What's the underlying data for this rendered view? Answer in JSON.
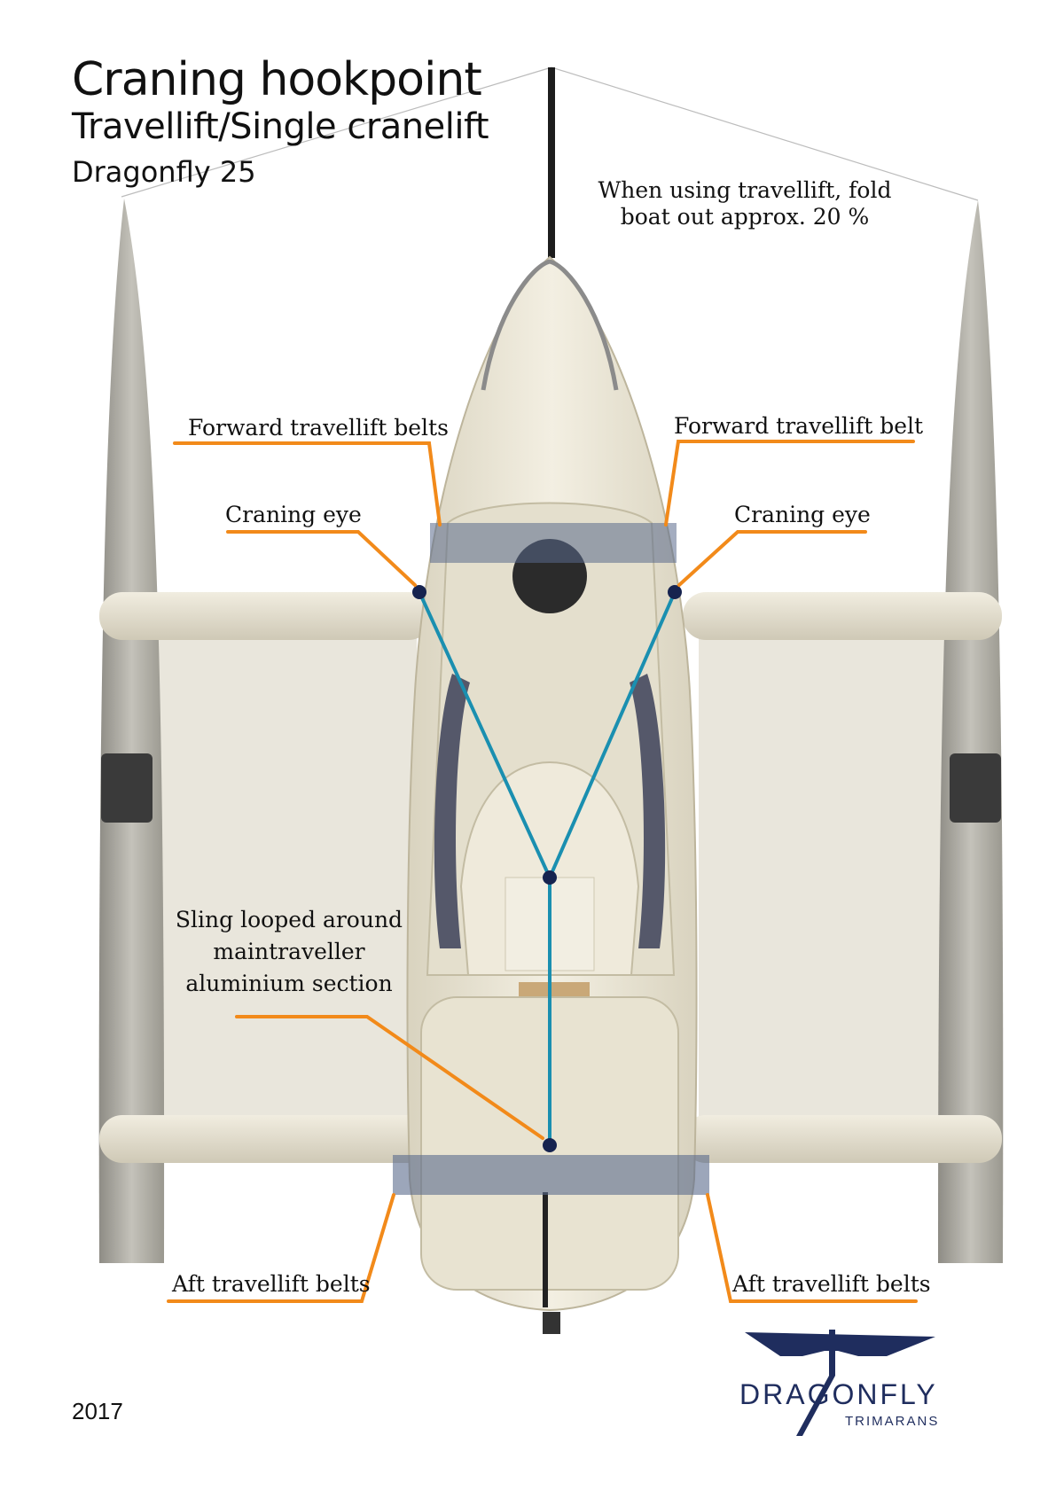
{
  "title": {
    "main": "Craning hookpoint",
    "sub": "Travellift/Single cranelift",
    "model": "Dragonfly 25"
  },
  "note": {
    "line1": "When using travellift, fold",
    "line2": "boat out approx. 20 %"
  },
  "labels": {
    "fwd_belts_left": "Forward travellift belts",
    "fwd_belt_right": "Forward travellift belt",
    "eye_left": "Craning eye",
    "eye_right": "Craning eye",
    "sling_line1": "Sling looped around",
    "sling_line2": "maintraveller",
    "sling_line3": "aluminium section",
    "aft_left": "Aft travellift belts",
    "aft_right": "Aft travellift belts"
  },
  "footer": {
    "year": "2017",
    "brand": "DRAGONFLY",
    "brand_sub": "TRIMARANS"
  },
  "colors": {
    "leader": "#f28a1a",
    "sling": "#1a8fb0",
    "hardpoint": "#16234f",
    "belt": "#5a6a8c",
    "hull": "#ebe6d5",
    "float": "#a9a79f",
    "net": "#e9e6dc",
    "logo": "#1f2d5e"
  }
}
